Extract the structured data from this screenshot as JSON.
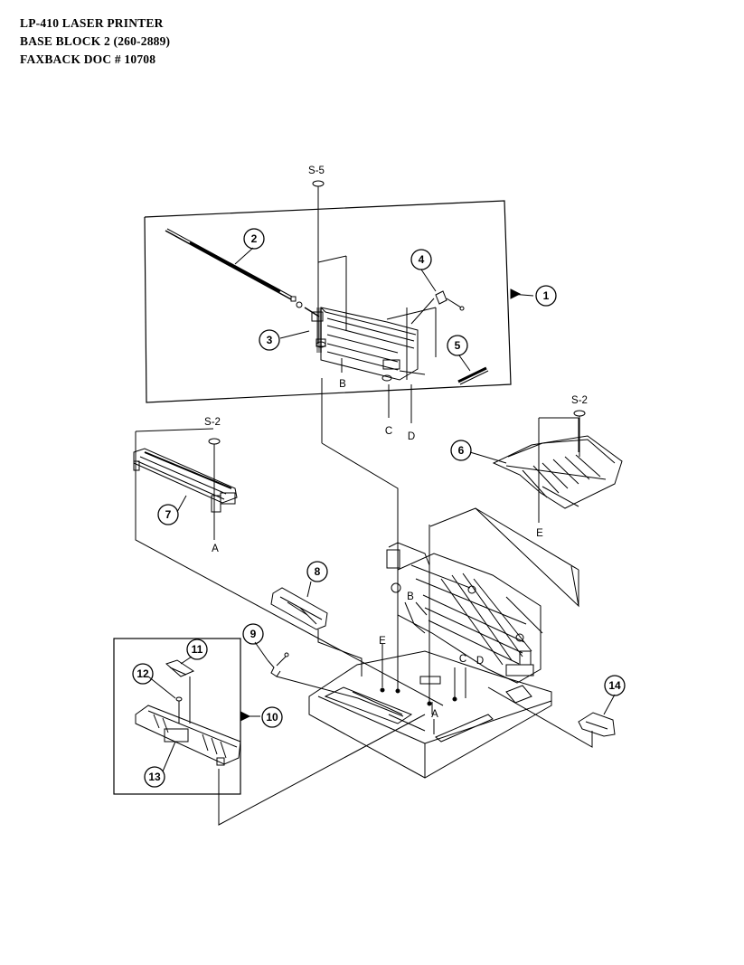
{
  "header": {
    "line1": "LP-410 LASER PRINTER",
    "line2": "BASE BLOCK 2  (260-2889)",
    "line3": "FAXBACK DOC # 10708"
  },
  "callouts": {
    "c1": "1",
    "c2": "2",
    "c3": "3",
    "c4": "4",
    "c5": "5",
    "c6": "6",
    "c7": "7",
    "c8": "8",
    "c9": "9",
    "c10": "10",
    "c11": "11",
    "c12": "12",
    "c13": "13",
    "c14": "14"
  },
  "labels": {
    "s5": "S-5",
    "s2_right": "S-2",
    "s2_left": "S-2",
    "b_top": "B",
    "c_top": "C",
    "d_top": "D",
    "e_right": "E",
    "a_left": "A",
    "b_base": "B",
    "e_base": "E",
    "c_base": "C",
    "d_base": "D",
    "a_base": "A"
  }
}
